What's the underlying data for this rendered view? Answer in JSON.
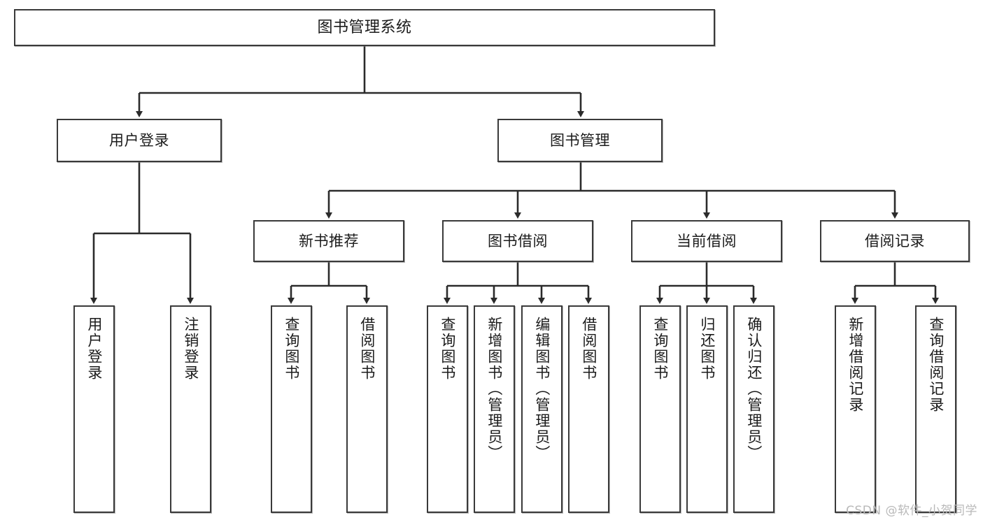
{
  "diagram": {
    "title": "图书管理系统",
    "type": "tree-hierarchy-chart",
    "orientation": "top-down",
    "colors": {
      "box_border": "#3a3a3a",
      "box_fill": "#ffffff",
      "connector": "#2b2b2b",
      "text": "#1b1b1b",
      "watermark": "#b9b9b9"
    }
  },
  "root": {
    "label": "图书管理系统"
  },
  "level2": [
    {
      "label": "用户登录"
    },
    {
      "label": "图书管理"
    }
  ],
  "level3": [
    {
      "label": "新书推荐"
    },
    {
      "label": "图书借阅"
    },
    {
      "label": "当前借阅"
    },
    {
      "label": "借阅记录"
    }
  ],
  "leaves": [
    {
      "label": "用户登录",
      "parent": "用户登录"
    },
    {
      "label": "注销登录",
      "parent": "用户登录"
    },
    {
      "label": "查询图书",
      "parent": "新书推荐"
    },
    {
      "label": "借阅图书",
      "parent": "新书推荐"
    },
    {
      "label": "查询图书",
      "parent": "图书借阅"
    },
    {
      "label": "新增图书（管理员）",
      "parent": "图书借阅"
    },
    {
      "label": "编辑图书（管理员）",
      "parent": "图书借阅"
    },
    {
      "label": "借阅图书",
      "parent": "图书借阅"
    },
    {
      "label": "查询图书",
      "parent": "当前借阅"
    },
    {
      "label": "归还图书",
      "parent": "当前借阅"
    },
    {
      "label": "确认归还（管理员）",
      "parent": "当前借阅"
    },
    {
      "label": "新增借阅记录",
      "parent": "借阅记录"
    },
    {
      "label": "查询借阅记录",
      "parent": "借阅记录"
    }
  ],
  "watermark": {
    "text": "CSDN @软件_小贺同学"
  }
}
